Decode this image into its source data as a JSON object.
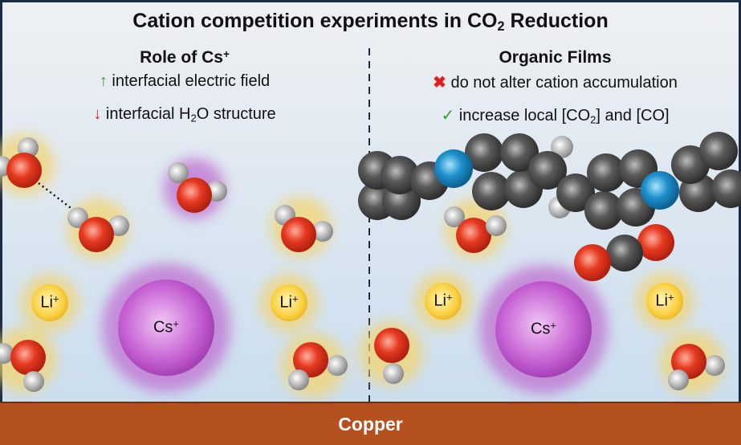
{
  "title": {
    "pre": "Cation competition experiments in CO",
    "sub": "2",
    "post": " Reduction"
  },
  "left": {
    "heading_pre": "Role of Cs",
    "heading_sup": "+",
    "line1": {
      "icon": "up-arrow-icon",
      "text": "interfacial electric field",
      "color": "#3a9a3a"
    },
    "line2": {
      "icon": "down-arrow-icon",
      "text_pre": "interfacial H",
      "text_sub": "2",
      "text_post": "O structure",
      "color": "#e02020"
    }
  },
  "right": {
    "heading": "Organic Films",
    "line1": {
      "icon": "x-icon",
      "text": "do not alter cation accumulation",
      "color": "#e02020"
    },
    "line2": {
      "icon": "check-icon",
      "text_pre": "increase local [CO",
      "text_sub": "2",
      "text_post": "] and [CO]",
      "color": "#3a9a3a"
    }
  },
  "ions": {
    "li": "Li",
    "cs": "Cs",
    "charge": "+"
  },
  "electrode": "Copper",
  "colors": {
    "oxygen": "#e03a1e",
    "hydrogen": "#c8c8c8",
    "carbon": "#555555",
    "nitrogen": "#1f8fc8",
    "li": "#f5c830",
    "cs": "#b050c0",
    "copper": "#b4511f"
  }
}
